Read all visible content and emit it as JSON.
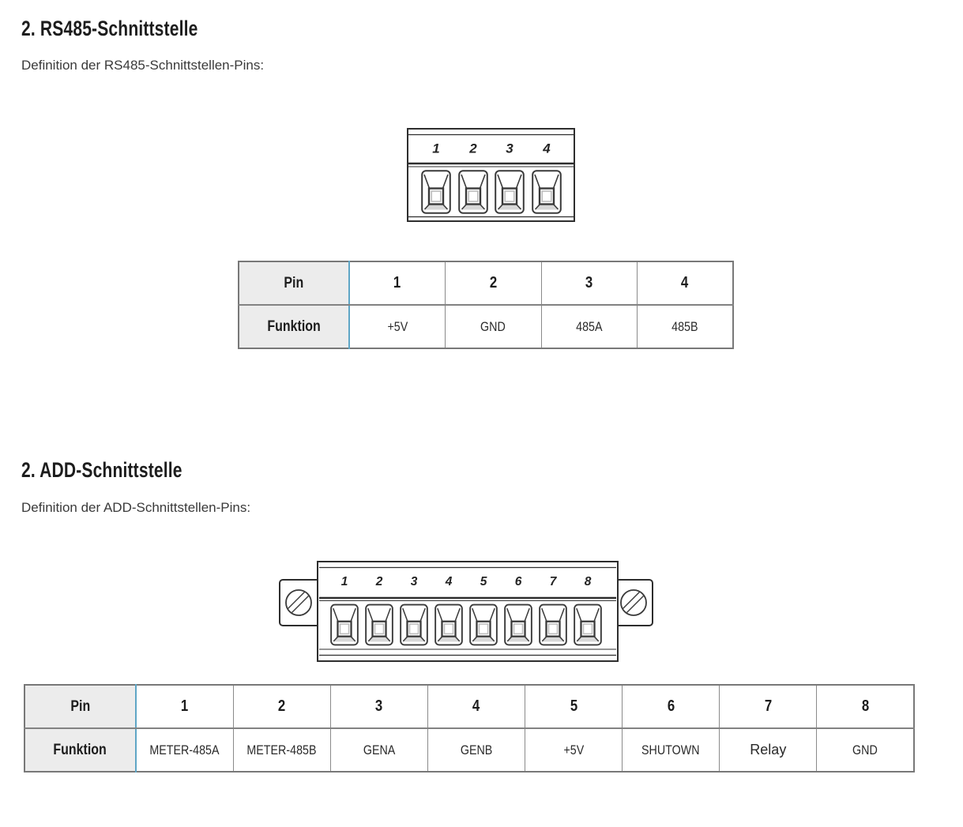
{
  "colors": {
    "accent_divider": "#5fa6c6",
    "header_cell_bg": "#ececec",
    "table_border": "#8a8a8a",
    "heading_text": "#1d1d1d",
    "body_text": "#3a3a3a"
  },
  "sections": [
    {
      "id": "rs485",
      "heading": "2. RS485-Schnittstelle",
      "intro": "Definition der RS485-Schnittstellen-Pins:",
      "connector": {
        "pin_labels": [
          "1",
          "2",
          "3",
          "4"
        ]
      },
      "table": {
        "pin_header": "Pin",
        "function_header": "Funktion",
        "pins": [
          "1",
          "2",
          "3",
          "4"
        ],
        "functions": [
          "+5V",
          "GND",
          "485A",
          "485B"
        ]
      }
    },
    {
      "id": "add",
      "heading": "2. ADD-Schnittstelle",
      "intro": "Definition der ADD-Schnittstellen-Pins:",
      "connector": {
        "pin_labels": [
          "1",
          "2",
          "3",
          "4",
          "5",
          "6",
          "7",
          "8"
        ]
      },
      "table": {
        "pin_header": "Pin",
        "function_header": "Funktion",
        "pins": [
          "1",
          "2",
          "3",
          "4",
          "5",
          "6",
          "7",
          "8"
        ],
        "functions": [
          "METER-485A",
          "METER-485B",
          "GENA",
          "GENB",
          "+5V",
          "SHUTOWN",
          "Relay",
          "GND"
        ]
      }
    }
  ]
}
